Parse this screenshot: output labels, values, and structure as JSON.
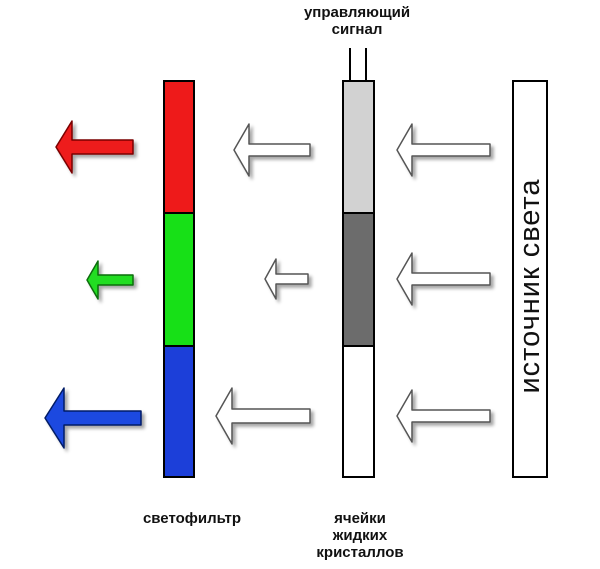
{
  "labels": {
    "control_signal": [
      "управляющий",
      "сигнал"
    ],
    "color_filter": "светофильтр",
    "lc_cells": [
      "ячейки",
      "жидких",
      "кристаллов"
    ],
    "light_source": "источник света"
  },
  "colors": {
    "filter_red": "#ee1a1a",
    "filter_green": "#17e017",
    "filter_blue": "#1c3fd9",
    "cell_light_gray": "#d2d2d2",
    "cell_dark_gray": "#6c6c6c",
    "cell_white": "#ffffff",
    "arrow_red": "#ee1a1a",
    "arrow_green": "#22dd22",
    "arrow_blue": "#1b4ae0",
    "arrow_outline": "#555555",
    "arrow_white": "#ffffff"
  },
  "filter_stripes": [
    "red",
    "green",
    "blue"
  ],
  "lc_cell_states": [
    "light-gray",
    "dark-gray",
    "white"
  ],
  "output_arrows": [
    "red",
    "green",
    "blue"
  ]
}
